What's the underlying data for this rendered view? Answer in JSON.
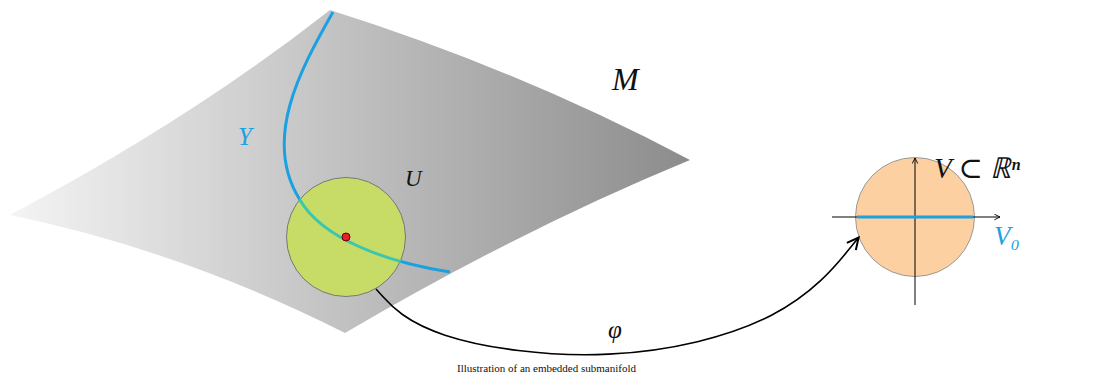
{
  "diagram": {
    "caption": "Illustration of an embedded submanifold",
    "nodes": [
      {
        "text": [
          "M"
        ]
      },
      {
        "text": [
          "U"
        ],
        "in": 0
      },
      {
        "text": [
          "V ⊂ ℝⁿ"
        ]
      }
    ],
    "edges": [
      {
        "from": 1,
        "to": 2,
        "label": "φ",
        "arrow": "to"
      }
    ],
    "labels": [
      "Y",
      "V₀"
    ]
  }
}
